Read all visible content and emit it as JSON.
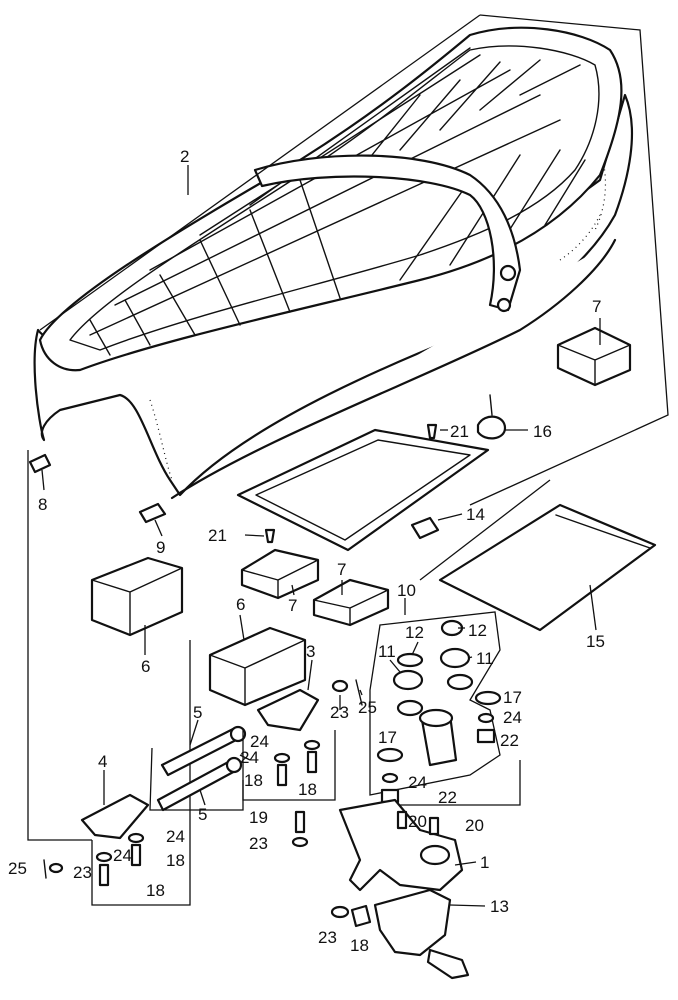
{
  "callouts": [
    {
      "id": "c2",
      "label": "2"
    },
    {
      "id": "c7a",
      "label": "7"
    },
    {
      "id": "c21a",
      "label": "21"
    },
    {
      "id": "c16",
      "label": "16"
    },
    {
      "id": "c8",
      "label": "8"
    },
    {
      "id": "c9",
      "label": "9"
    },
    {
      "id": "c14",
      "label": "14"
    },
    {
      "id": "c21b",
      "label": "21"
    },
    {
      "id": "c6a",
      "label": "6"
    },
    {
      "id": "c7b",
      "label": "7"
    },
    {
      "id": "c7c",
      "label": "7"
    },
    {
      "id": "c6b",
      "label": "6"
    },
    {
      "id": "c10",
      "label": "10"
    },
    {
      "id": "c15",
      "label": "15"
    },
    {
      "id": "c12a",
      "label": "12"
    },
    {
      "id": "c12b",
      "label": "12"
    },
    {
      "id": "c11a",
      "label": "11"
    },
    {
      "id": "c11b",
      "label": "11"
    },
    {
      "id": "c3",
      "label": "3"
    },
    {
      "id": "c23a",
      "label": "23"
    },
    {
      "id": "c25a",
      "label": "25"
    },
    {
      "id": "c17a",
      "label": "17"
    },
    {
      "id": "c24a",
      "label": "24"
    },
    {
      "id": "c22a",
      "label": "22"
    },
    {
      "id": "c5a",
      "label": "5"
    },
    {
      "id": "c24b",
      "label": "24"
    },
    {
      "id": "c24c",
      "label": "24"
    },
    {
      "id": "c18a",
      "label": "18"
    },
    {
      "id": "c18b",
      "label": "18"
    },
    {
      "id": "c17b",
      "label": "17"
    },
    {
      "id": "c24d",
      "label": "24"
    },
    {
      "id": "c22b",
      "label": "22"
    },
    {
      "id": "c4",
      "label": "4"
    },
    {
      "id": "c5b",
      "label": "5"
    },
    {
      "id": "c19",
      "label": "19"
    },
    {
      "id": "c20a",
      "label": "20"
    },
    {
      "id": "c20b",
      "label": "20"
    },
    {
      "id": "c24e",
      "label": "24"
    },
    {
      "id": "c23b",
      "label": "23"
    },
    {
      "id": "c24f",
      "label": "24"
    },
    {
      "id": "c18c",
      "label": "18"
    },
    {
      "id": "c1",
      "label": "1"
    },
    {
      "id": "c25b",
      "label": "25"
    },
    {
      "id": "c23c",
      "label": "23"
    },
    {
      "id": "c18d",
      "label": "18"
    },
    {
      "id": "c13",
      "label": "13"
    },
    {
      "id": "c23d",
      "label": "23"
    },
    {
      "id": "c18e",
      "label": "18"
    }
  ]
}
